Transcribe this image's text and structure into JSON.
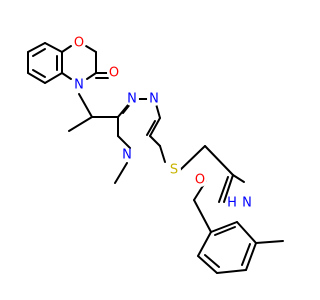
{
  "molecule": {
    "atoms": {
      "O_ring": {
        "text": "O",
        "color": "#ff0000"
      },
      "N_ring": {
        "text": "N",
        "color": "#0000ff"
      },
      "O_oxo": {
        "text": "O",
        "color": "#ff0000"
      },
      "N_tz1": {
        "text": "N",
        "color": "#0000ff"
      },
      "N_tz2": {
        "text": "N",
        "color": "#0000ff"
      },
      "N_tz4": {
        "text": "N",
        "color": "#0000ff"
      },
      "S": {
        "text": "S",
        "color": "#c8b400"
      },
      "O_amide": {
        "text": "O",
        "color": "#ff0000"
      },
      "N_amide": {
        "text": "N",
        "color": "#0000ff"
      },
      "H_amide": {
        "text": "H",
        "color": "#0000ff"
      }
    },
    "bond_color": "#000000",
    "background": "#ffffff"
  }
}
